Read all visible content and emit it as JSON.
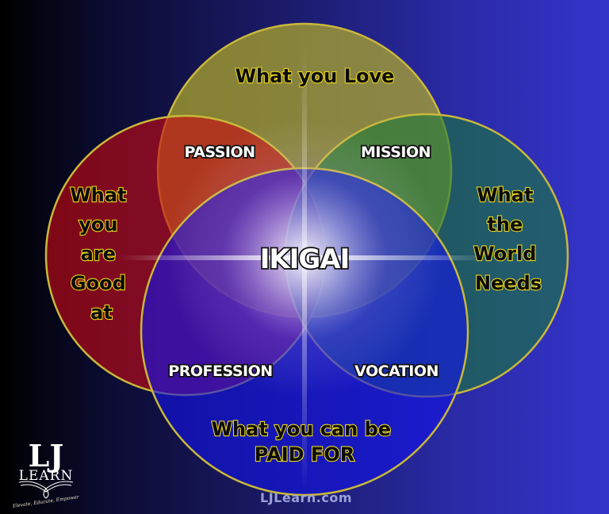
{
  "diagram": {
    "title": "IKIGAI",
    "circles": [
      {
        "id": "love",
        "label_lines": [
          "What you Love"
        ],
        "color": "#b5ae2e"
      },
      {
        "id": "good_at",
        "label_lines": [
          "What",
          "you",
          "are",
          "Good",
          "at"
        ],
        "color": "#a30d1f"
      },
      {
        "id": "world_needs",
        "label_lines": [
          "What",
          "the",
          "World",
          "Needs"
        ],
        "color": "#1a6b5a"
      },
      {
        "id": "paid_for",
        "label_lines": [
          "What you can be",
          "PAID FOR"
        ],
        "color": "#1a22c8"
      }
    ],
    "overlaps": [
      {
        "id": "passion",
        "label": "PASSION",
        "between": [
          "love",
          "good_at"
        ]
      },
      {
        "id": "mission",
        "label": "MISSION",
        "between": [
          "love",
          "world_needs"
        ]
      },
      {
        "id": "profession",
        "label": "PROFESSION",
        "between": [
          "good_at",
          "paid_for"
        ]
      },
      {
        "id": "vocation",
        "label": "VOCATION",
        "between": [
          "world_needs",
          "paid_for"
        ]
      }
    ],
    "center": {
      "label": "IKIGAI"
    }
  },
  "branding": {
    "logo": {
      "main": "LJ",
      "sub": "LEARN",
      "tagline": "Elevate, Educate, Empower"
    },
    "website": "LJLearn.com"
  },
  "colors": {
    "outline": "#c9b83a",
    "label_outline": "#e6d21c",
    "background_left": "#000000",
    "background_right": "#3434cc"
  }
}
